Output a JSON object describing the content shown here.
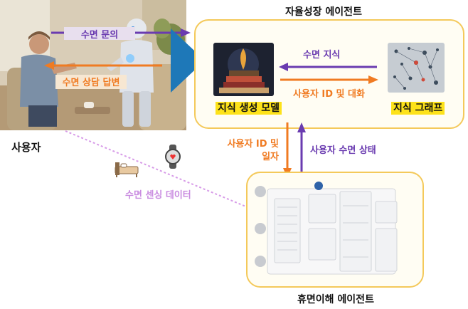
{
  "user_label": "사용자",
  "growth_agent": {
    "title": "자율성장 에이전트"
  },
  "sleep_agent": {
    "title": "휴면이해 에이전트"
  },
  "nodes": {
    "knowledge_model": "지식 생성 모델",
    "knowledge_graph": "지식 그래프"
  },
  "arrows": {
    "sleep_inquiry": "수면 문의",
    "sleep_consult_answer": "수면 상담 답변",
    "sleep_knowledge": "수면 지식",
    "user_id_dialog": "사용자 ID 및 대화",
    "user_id_date_line1": "사용자 ID 및",
    "user_id_date_line2": "일자",
    "user_sleep_state": "사용자 수면 상태",
    "sleep_sensing_data": "수면 센싱 데이터"
  },
  "colors": {
    "orange": "#f07b22",
    "purple": "#6a3bb0",
    "pink": "#d79be8",
    "box_border": "#f4c95a",
    "box_fill": "#fffdf3",
    "highlight": "#fde21a"
  }
}
